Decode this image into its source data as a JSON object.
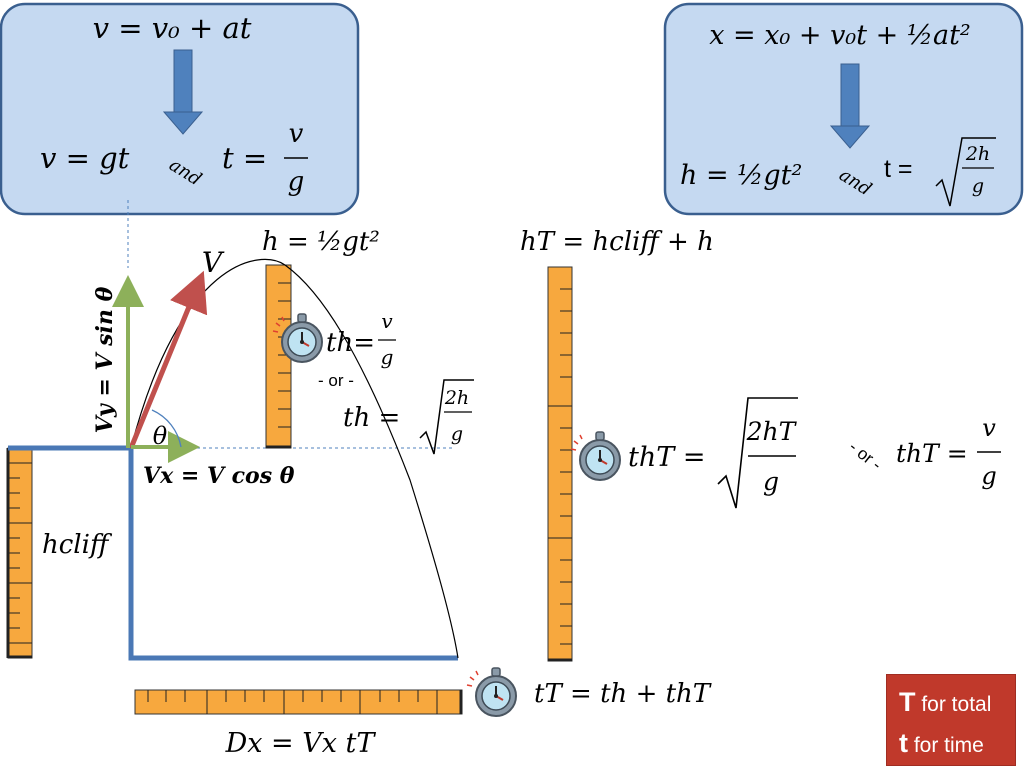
{
  "boxes": {
    "velocity": {
      "top_formula": "v = v₀ + at",
      "left_formula": "v = gt",
      "and_text": "and",
      "right_formula_lhs": "t =",
      "right_num": "v",
      "right_den": "g"
    },
    "position": {
      "top_formula": "x = x₀ + v₀t + ½at²",
      "left_formula": "h = ½gt²",
      "and_text": "and",
      "right_lhs": "t =",
      "sqrt_num": "2h",
      "sqrt_den": "g"
    }
  },
  "labels": {
    "v": "V",
    "vy": "Vy = V sin θ",
    "vx": "Vx = V cos θ",
    "theta": "θ",
    "h_eq": "h = ½gt²",
    "th_lhs": "th=",
    "th_num": "v",
    "th_den": "g",
    "or1": "- or -",
    "th2_lhs": "th =",
    "th2_num": "2h",
    "th2_den": "g",
    "hcliff": "hcliff",
    "ht_eq": "hT = hcliff + h",
    "tht_lhs": "thT =",
    "tht_num": "2hT",
    "tht_den": "g",
    "or2": "- or -",
    "tht2_lhs": "thT =",
    "tht2_num": "v",
    "tht2_den": "g",
    "tt_eq": "tT = th + thT",
    "dx_eq": "Dx = Vx tT"
  },
  "legend": {
    "line1_big": "T",
    "line1_rest": " for total",
    "line2_big": "t",
    "line2_rest": " for time"
  },
  "colors": {
    "box_fill": "#c5d9f1",
    "box_stroke": "#3a5f8f",
    "arrow_blue": "#4f81bd",
    "cliff_blue": "#4a78b5",
    "velocity_red": "#c0504d",
    "component_green": "#8db05a",
    "ruler_orange": "#f7a83e",
    "legend_red": "#c0392b"
  }
}
